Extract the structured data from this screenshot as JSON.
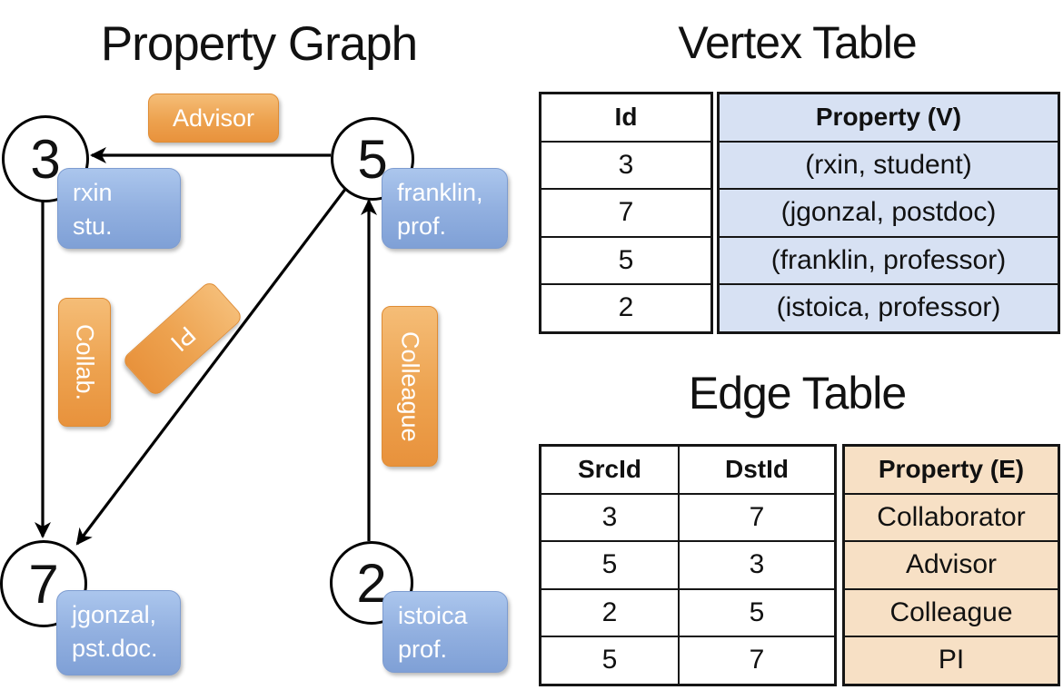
{
  "graph": {
    "title": "Property Graph",
    "nodes": [
      {
        "id": "3",
        "prop_line1": "rxin",
        "prop_line2": "stu."
      },
      {
        "id": "5",
        "prop_line1": "franklin,",
        "prop_line2": "prof."
      },
      {
        "id": "7",
        "prop_line1": "jgonzal,",
        "prop_line2": "pst.doc."
      },
      {
        "id": "2",
        "prop_line1": "istoica",
        "prop_line2": "prof."
      }
    ],
    "edges": [
      {
        "from": "5",
        "to": "3",
        "label": "Advisor"
      },
      {
        "from": "3",
        "to": "7",
        "label": "Collab."
      },
      {
        "from": "5",
        "to": "7",
        "label": "PI"
      },
      {
        "from": "2",
        "to": "5",
        "label": "Colleague"
      }
    ]
  },
  "vertex_table": {
    "title": "Vertex Table",
    "columns": [
      "Id",
      "Property (V)"
    ],
    "rows": [
      [
        "3",
        "(rxin, student)"
      ],
      [
        "7",
        "(jgonzal, postdoc)"
      ],
      [
        "5",
        "(franklin, professor)"
      ],
      [
        "2",
        "(istoica, professor)"
      ]
    ]
  },
  "edge_table": {
    "title": "Edge Table",
    "columns": [
      "SrcId",
      "DstId",
      "Property (E)"
    ],
    "rows": [
      [
        "3",
        "7",
        "Collaborator"
      ],
      [
        "5",
        "3",
        "Advisor"
      ],
      [
        "2",
        "5",
        "Colleague"
      ],
      [
        "5",
        "7",
        "PI"
      ]
    ]
  },
  "colors": {
    "edge_label_orange": "#ED9F4B",
    "vertex_prop_blue": "#8FAEDF",
    "vertex_col_bg": "#D7E1F3",
    "edge_col_bg": "#F7E0C5",
    "line_black": "#000000"
  }
}
